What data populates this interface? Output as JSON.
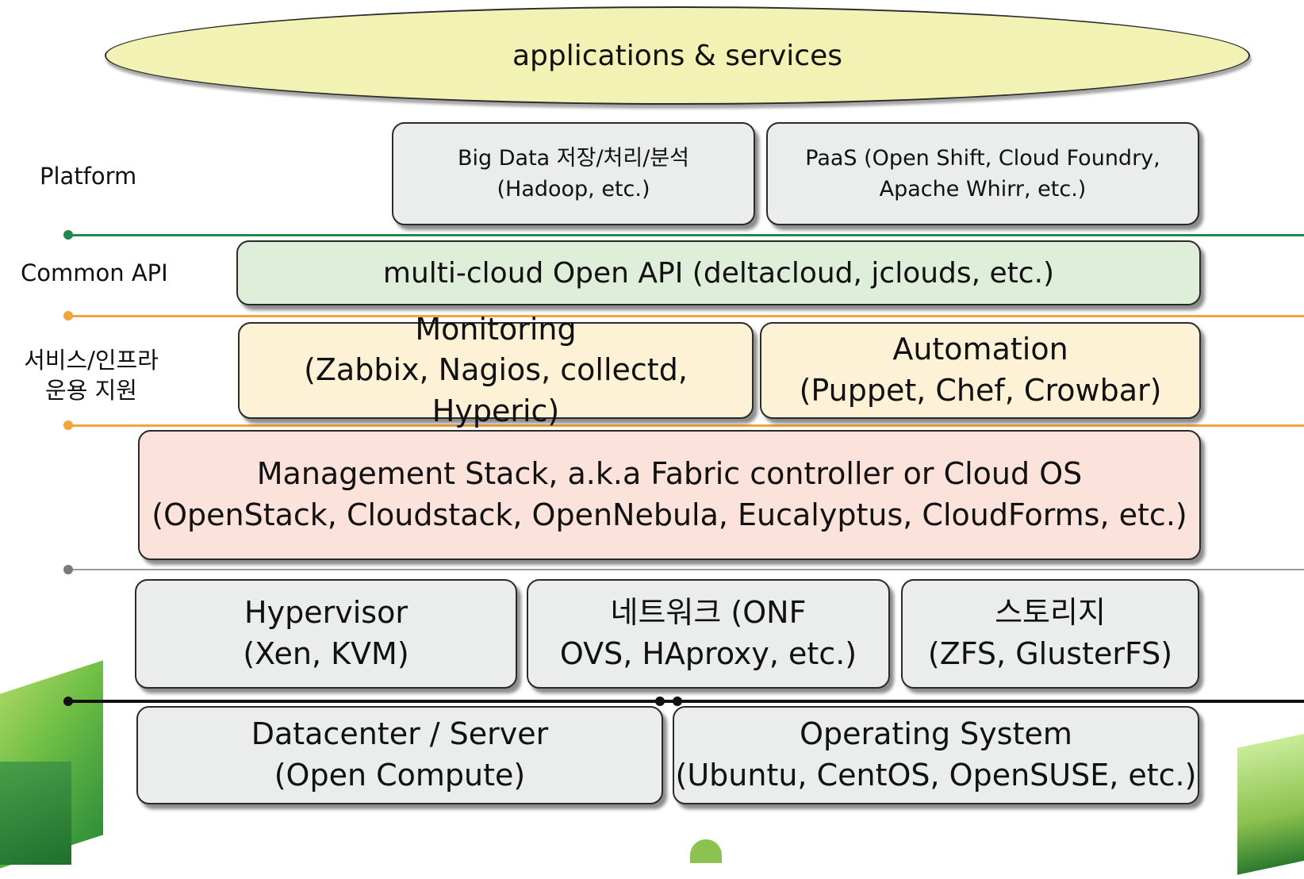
{
  "top": {
    "label": "applications & services"
  },
  "side_labels": {
    "platform": "Platform",
    "common_api": "Common API",
    "service_infra_1": "서비스/인프라",
    "service_infra_2": "운용 지원"
  },
  "platform": {
    "bigdata": {
      "line1": "Big Data 저장/처리/분석",
      "line2": "(Hadoop, etc.)"
    },
    "paas": {
      "line1": "PaaS (Open Shift, Cloud Foundry,",
      "line2": "Apache Whirr, etc.)"
    }
  },
  "common_api": {
    "label": "multi-cloud Open API (deltacloud, jclouds, etc.)"
  },
  "support": {
    "monitoring": {
      "title": "Monitoring",
      "items": "(Zabbix, Nagios, collectd, Hyperic)"
    },
    "automation": {
      "title": "Automation",
      "items": "(Puppet, Chef, Crowbar)"
    }
  },
  "management": {
    "line1": "Management Stack, a.k.a Fabric controller or Cloud OS",
    "line2": "(OpenStack, Cloudstack, OpenNebula, Eucalyptus, CloudForms, etc.)"
  },
  "infra": {
    "hypervisor": {
      "title": "Hypervisor",
      "items": "(Xen, KVM)"
    },
    "network": {
      "title": "네트워크 (ONF",
      "items": "OVS, HAproxy, etc.)"
    },
    "storage": {
      "title": "스토리지",
      "items": "(ZFS, GlusterFS)"
    }
  },
  "base": {
    "datacenter": {
      "title": "Datacenter / Server",
      "items": "(Open Compute)"
    },
    "os": {
      "title": "Operating System",
      "items": "(Ubuntu, CentOS, OpenSUSE, etc.)"
    }
  },
  "colors": {
    "platform_line": "#1f8a4c",
    "api_line": "#f2a33a",
    "mgmt_line": "#9a9a9a",
    "infra_line": "#111111"
  }
}
